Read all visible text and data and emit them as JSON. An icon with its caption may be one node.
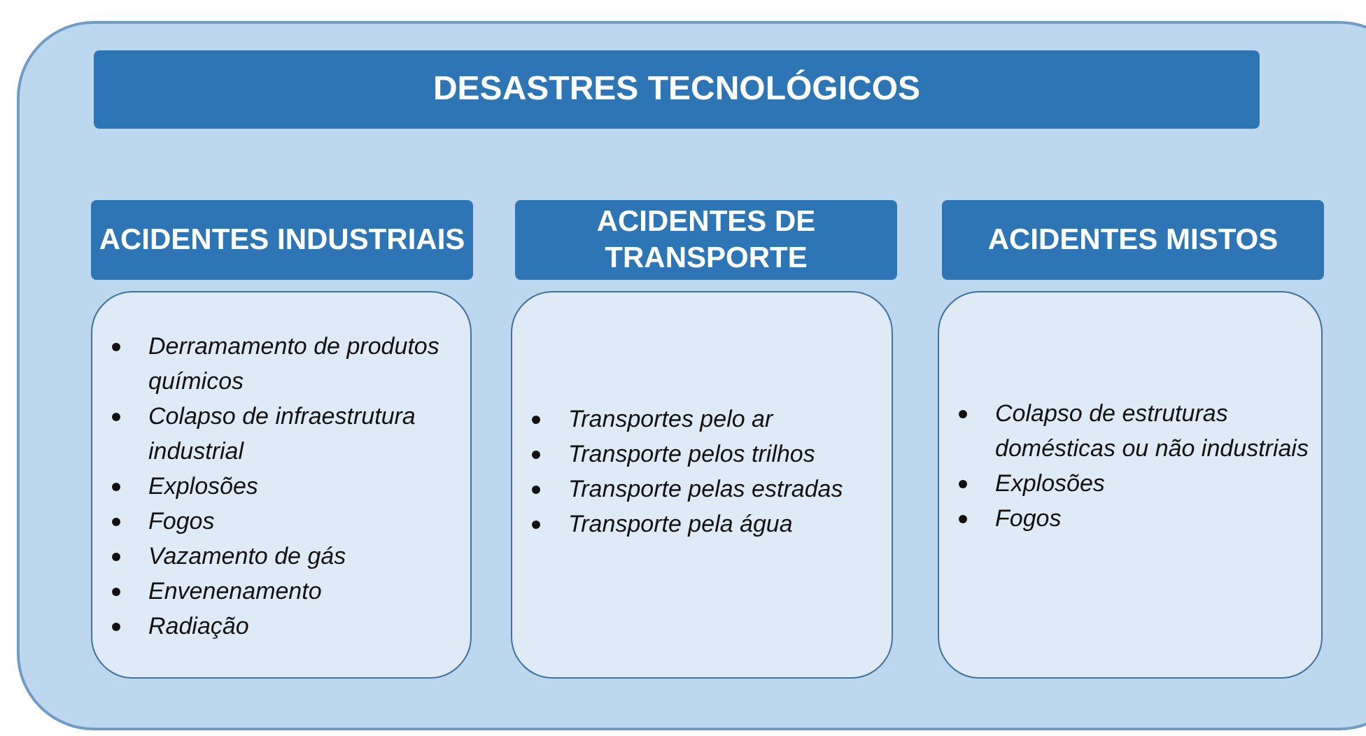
{
  "diagram": {
    "nodes": [
      {
        "text": [
          "DESASTRES TECNOLÓGICOS"
        ]
      },
      {
        "text": [
          "ACIDENTES INDUSTRIAIS"
        ]
      },
      {
        "text": [
          "Derramamento de produtos químicos",
          "Colapso de infraestrutura industrial",
          "Explosões",
          "Fogos",
          "Vazamento de gás",
          "Envenenamento",
          "Radiação"
        ]
      },
      {
        "text": [
          "ACIDENTES DE TRANSPORTE"
        ]
      },
      {
        "text": [
          "Transportes pelo ar",
          "Transporte pelos trilhos",
          "Transporte pelas estradas",
          "Transporte pela água"
        ]
      },
      {
        "text": [
          "ACIDENTES MISTOS"
        ]
      },
      {
        "text": [
          "Colapso de estruturas domésticas ou não industriais",
          "Explosões",
          "Fogos"
        ]
      }
    ],
    "edges": []
  }
}
